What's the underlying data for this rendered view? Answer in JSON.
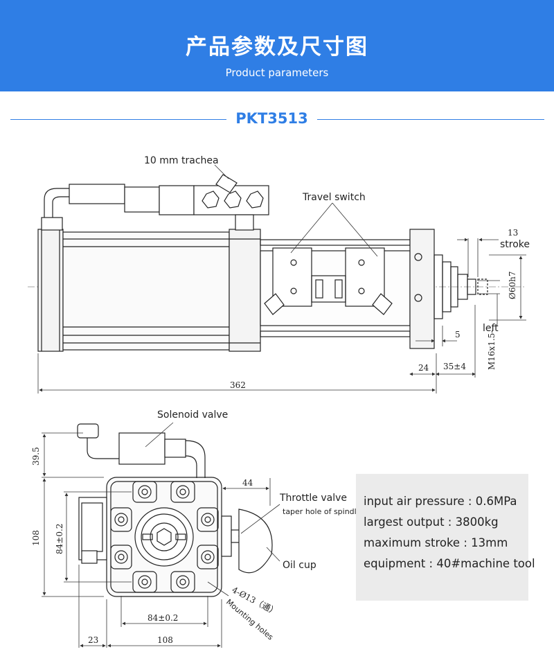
{
  "header": {
    "title": "产品参数及尺寸图",
    "subtitle": "Product parameters",
    "color": "#2f7ee5"
  },
  "model": "PKT3513",
  "side_view": {
    "labels": {
      "trachea": "10 mm trachea",
      "travel_switch": "Travel switch",
      "stroke_word": "stroke",
      "left_word": "left"
    },
    "dims": {
      "stroke": "13",
      "spindle": "Ø60h7",
      "d5": "5",
      "thread": "M16x1.5-",
      "d24": "24",
      "d35": "35±4",
      "length": "362"
    }
  },
  "front_view": {
    "labels": {
      "solenoid": "Solenoid valve",
      "throttle": "Throttle valve",
      "taper": "taper hole of spindle",
      "oil_cup": "Oil cup",
      "holes": "4-Ø13（通）",
      "mounting": "Mounting holes"
    },
    "dims": {
      "d39": "39.5",
      "d44": "44",
      "d108_v": "108",
      "d84_v": "84±0.2",
      "d84_h": "84±0.2",
      "d23": "23",
      "d108_h": "108"
    }
  },
  "params": [
    {
      "label": "input air pressure",
      "value": "0.6MPa"
    },
    {
      "label": "largest output",
      "value": "3800kg"
    },
    {
      "label": "maximum stroke",
      "value": "13mm"
    },
    {
      "label": "equipment",
      "value": "40#machine tool"
    }
  ]
}
